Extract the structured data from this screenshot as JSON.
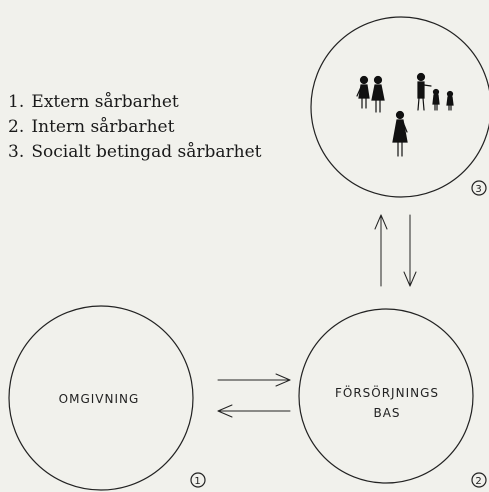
{
  "legend": [
    {
      "number": "1.",
      "text": "Extern sårbarhet"
    },
    {
      "number": "2.",
      "text": "Intern sårbarhet"
    },
    {
      "number": "3.",
      "text": "Socialt betingad sårbarhet"
    }
  ],
  "nodes": {
    "omgivning": {
      "label": "OMGIVNING",
      "number": "1"
    },
    "forsorjningsbas": {
      "label_line1": "FÖRSÖRJNINGS",
      "label_line2": "BAS",
      "number": "2"
    },
    "society": {
      "number": "3"
    }
  }
}
